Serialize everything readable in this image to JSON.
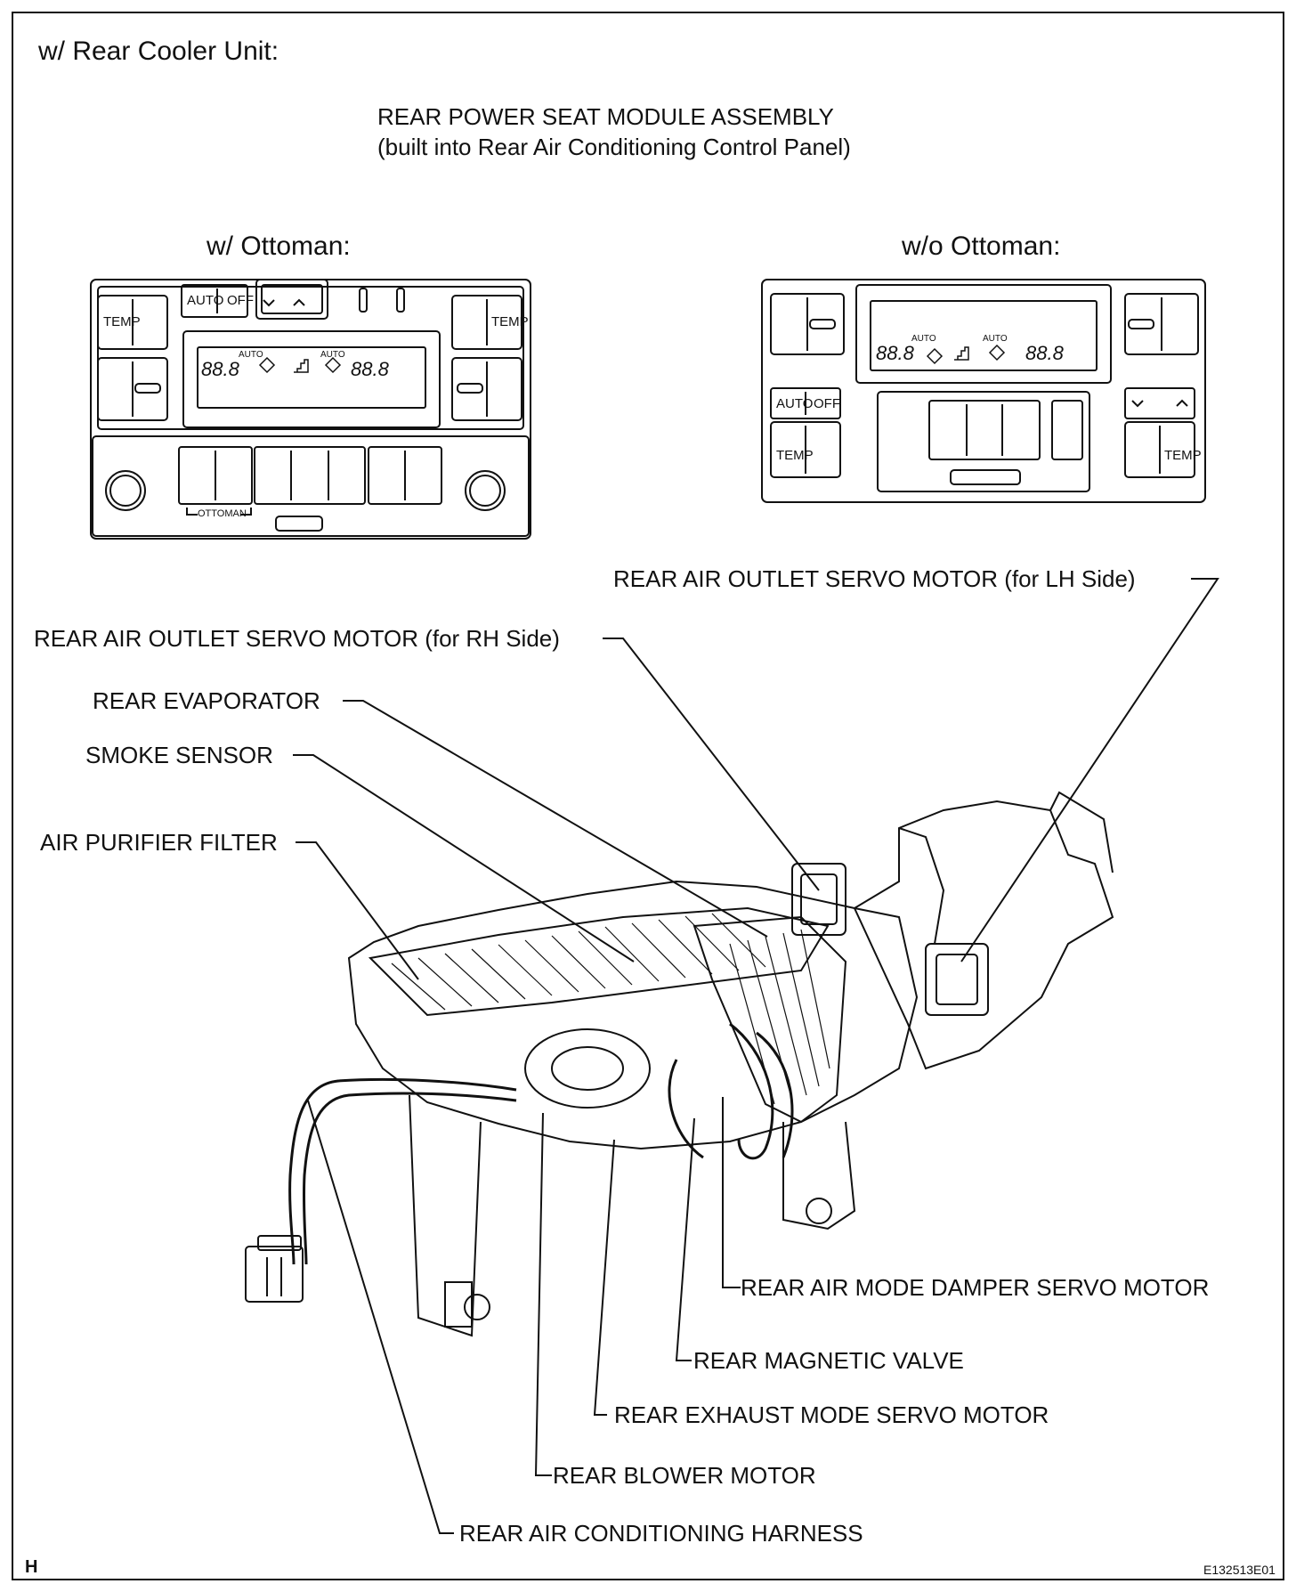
{
  "header": {
    "section_title": "w/ Rear Cooler Unit:",
    "assembly_title": "REAR POWER SEAT MODULE ASSEMBLY",
    "assembly_subtitle": "(built into Rear Air Conditioning Control Panel)"
  },
  "panels": {
    "with_ottoman": {
      "caption": "w/ Ottoman:",
      "auto": "AUTO",
      "off": "OFF",
      "temp": "TEMP",
      "ottoman_label": "OTTOMAN",
      "display_left": "88.8",
      "display_right": "88.8",
      "display_auto": "AUTO"
    },
    "without_ottoman": {
      "caption": "w/o Ottoman:",
      "auto": "AUTO",
      "off": "OFF",
      "temp": "TEMP",
      "display_left": "88.8",
      "display_right": "88.8",
      "display_auto": "AUTO"
    }
  },
  "callouts": {
    "outlet_lh": "REAR AIR OUTLET SERVO MOTOR (for LH Side)",
    "outlet_rh": "REAR AIR OUTLET SERVO MOTOR (for RH Side)",
    "evaporator": "REAR EVAPORATOR",
    "smoke_sensor": "SMOKE SENSOR",
    "air_filter": "AIR PURIFIER FILTER",
    "mode_damper": "REAR AIR MODE DAMPER SERVO MOTOR",
    "magnetic_valve": "REAR MAGNETIC VALVE",
    "exhaust_mode": "REAR EXHAUST MODE SERVO MOTOR",
    "blower_motor": "REAR BLOWER MOTOR",
    "harness": "REAR AIR CONDITIONING HARNESS"
  },
  "footer": {
    "corner_letter": "H",
    "figure_id": "E132513E01"
  }
}
